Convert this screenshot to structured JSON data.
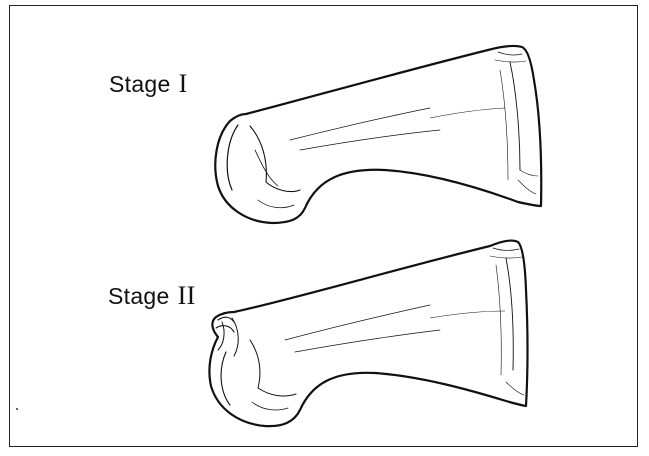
{
  "figure": {
    "stages": [
      {
        "word": "Stage",
        "numeral": "I"
      },
      {
        "word": "Stage",
        "numeral": "II"
      }
    ]
  }
}
